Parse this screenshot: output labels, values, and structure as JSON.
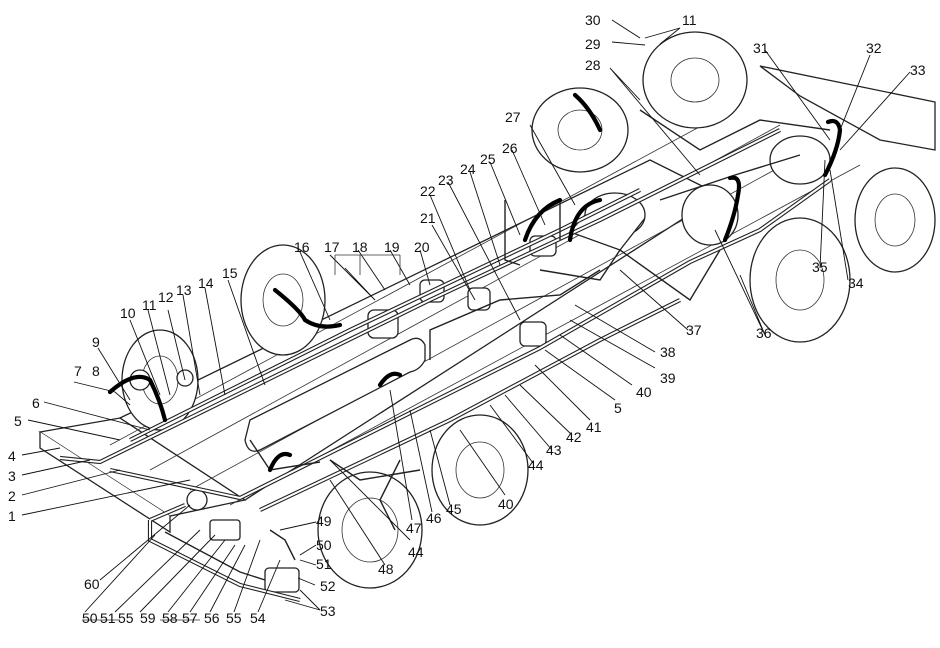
{
  "labels": [
    {
      "id": "1",
      "text": "1"
    },
    {
      "id": "2",
      "text": "2"
    },
    {
      "id": "3",
      "text": "3"
    },
    {
      "id": "4",
      "text": "4"
    },
    {
      "id": "5a",
      "text": "5"
    },
    {
      "id": "6",
      "text": "6"
    },
    {
      "id": "7",
      "text": "7"
    },
    {
      "id": "8",
      "text": "8"
    },
    {
      "id": "9",
      "text": "9"
    },
    {
      "id": "10",
      "text": "10"
    },
    {
      "id": "11a",
      "text": "11"
    },
    {
      "id": "12",
      "text": "12"
    },
    {
      "id": "13",
      "text": "13"
    },
    {
      "id": "14",
      "text": "14"
    },
    {
      "id": "15",
      "text": "15"
    },
    {
      "id": "16",
      "text": "16"
    },
    {
      "id": "17",
      "text": "17"
    },
    {
      "id": "18",
      "text": "18"
    },
    {
      "id": "19",
      "text": "19"
    },
    {
      "id": "20",
      "text": "20"
    },
    {
      "id": "21",
      "text": "21"
    },
    {
      "id": "22",
      "text": "22"
    },
    {
      "id": "23",
      "text": "23"
    },
    {
      "id": "24",
      "text": "24"
    },
    {
      "id": "25",
      "text": "25"
    },
    {
      "id": "26",
      "text": "26"
    },
    {
      "id": "27",
      "text": "27"
    },
    {
      "id": "28",
      "text": "28"
    },
    {
      "id": "29",
      "text": "29"
    },
    {
      "id": "30",
      "text": "30"
    },
    {
      "id": "11b",
      "text": "11"
    },
    {
      "id": "31",
      "text": "31"
    },
    {
      "id": "32",
      "text": "32"
    },
    {
      "id": "33",
      "text": "33"
    },
    {
      "id": "34",
      "text": "34"
    },
    {
      "id": "35",
      "text": "35"
    },
    {
      "id": "36",
      "text": "36"
    },
    {
      "id": "37",
      "text": "37"
    },
    {
      "id": "38",
      "text": "38"
    },
    {
      "id": "39",
      "text": "39"
    },
    {
      "id": "40a",
      "text": "40"
    },
    {
      "id": "5b",
      "text": "5"
    },
    {
      "id": "41",
      "text": "41"
    },
    {
      "id": "42",
      "text": "42"
    },
    {
      "id": "43",
      "text": "43"
    },
    {
      "id": "44a",
      "text": "44"
    },
    {
      "id": "40b",
      "text": "40"
    },
    {
      "id": "45",
      "text": "45"
    },
    {
      "id": "46",
      "text": "46"
    },
    {
      "id": "47",
      "text": "47"
    },
    {
      "id": "44b",
      "text": "44"
    },
    {
      "id": "48",
      "text": "48"
    },
    {
      "id": "49",
      "text": "49"
    },
    {
      "id": "50a",
      "text": "50"
    },
    {
      "id": "51a",
      "text": "51"
    },
    {
      "id": "52",
      "text": "52"
    },
    {
      "id": "53",
      "text": "53"
    },
    {
      "id": "54",
      "text": "54"
    },
    {
      "id": "55a",
      "text": "55"
    },
    {
      "id": "56",
      "text": "56"
    },
    {
      "id": "57",
      "text": "57"
    },
    {
      "id": "58",
      "text": "58"
    },
    {
      "id": "59",
      "text": "59"
    },
    {
      "id": "55b",
      "text": "55"
    },
    {
      "id": "51b",
      "text": "51"
    },
    {
      "id": "50b",
      "text": "50"
    },
    {
      "id": "60",
      "text": "60"
    }
  ]
}
